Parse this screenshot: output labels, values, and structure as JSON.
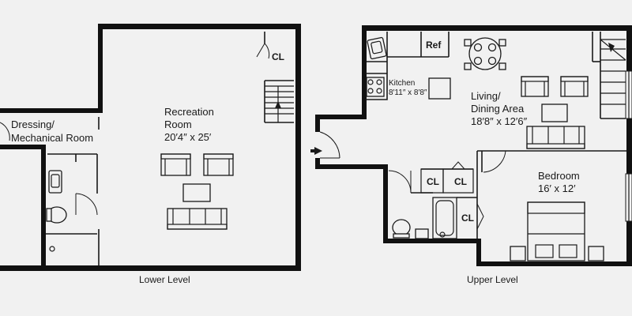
{
  "lower_level": {
    "caption": "Lower Level",
    "rooms": {
      "recreation": {
        "name_line1": "Recreation",
        "name_line2": "Room",
        "dims": "20′4″ x 25′"
      },
      "dressing": {
        "name_line1": "Dressing/",
        "name_line2": "Mechanical Room"
      },
      "closet": {
        "label": "CL"
      }
    }
  },
  "upper_level": {
    "caption": "Upper Level",
    "rooms": {
      "kitchen": {
        "name": "Kitchen",
        "dims": "8′11″ x 8′8″"
      },
      "fridge": {
        "label": "Ref"
      },
      "living": {
        "name_line1": "Living/",
        "name_line2": "Dining Area",
        "dims": "18′8″ x 12′6″"
      },
      "bedroom": {
        "name": "Bedroom",
        "dims": "16′ x 12′"
      },
      "closets": [
        "CL",
        "CL",
        "CL"
      ]
    }
  },
  "colors": {
    "wall": "#111111",
    "background": "#f1f1f1"
  }
}
